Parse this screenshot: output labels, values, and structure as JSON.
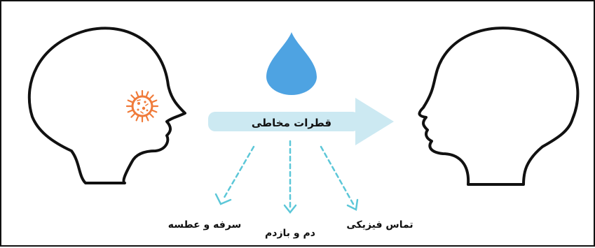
{
  "diagram": {
    "center_label": "قطرات مخاطی",
    "routes": {
      "left": "سرفه و عطسه",
      "middle": "دم و بازدم",
      "right": "تماس فیزیکی"
    },
    "colors": {
      "arrow": "#cce9f2",
      "droplet": "#4ea3e2",
      "dashed_arrow": "#5cc7d8",
      "virus": "#f07b3a",
      "outline": "#111111"
    }
  }
}
